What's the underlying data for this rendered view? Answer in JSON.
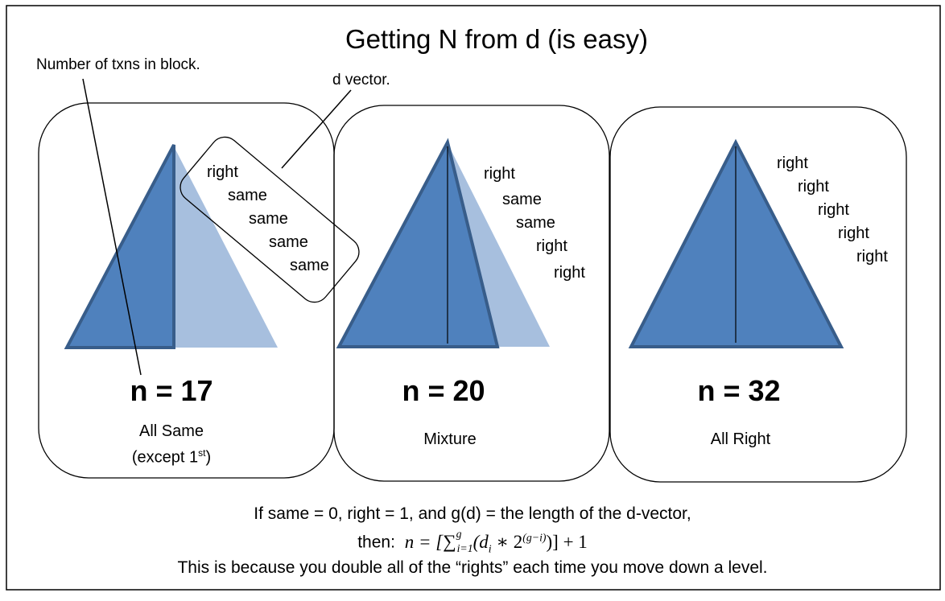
{
  "title": "Getting N from d (is easy)",
  "annotations": {
    "txns_label": "Number of txns in block.",
    "dvector_label": "d vector."
  },
  "panels": [
    {
      "n_value": "n = 17",
      "caption_line1": "All Same",
      "caption_line2_prefix": "(except 1",
      "caption_line2_sup": "st",
      "caption_line2_suffix": ")",
      "d_vector": [
        "right",
        "same",
        "same",
        "same",
        "same"
      ]
    },
    {
      "n_value": "n = 20",
      "caption_line1": "Mixture",
      "d_vector": [
        "right",
        "same",
        "same",
        "right",
        "right"
      ]
    },
    {
      "n_value": "n = 32",
      "caption_line1": "All Right",
      "d_vector": [
        "right",
        "right",
        "right",
        "right",
        "right"
      ]
    }
  ],
  "footer": {
    "line1": "If same = 0, right = 1, and g(d) = the length of the d-vector,",
    "line2_prefix": "then:",
    "formula": {
      "lhs": "n = [",
      "sum_sym": "∑",
      "sum_upper": "g",
      "sum_lower": "i=1",
      "body_open": "(d",
      "sub_i": "i",
      "times": " ∗ 2",
      "exponent": "(g−i)",
      "body_close": ")] + 1"
    },
    "line3": "This is because you double all of the “rights” each time you move down a level."
  },
  "colors": {
    "dark_triangle": "#4f81bd",
    "dark_outline": "#385d8a",
    "light_triangle": "#a7bfde",
    "panel_border": "#000000"
  }
}
